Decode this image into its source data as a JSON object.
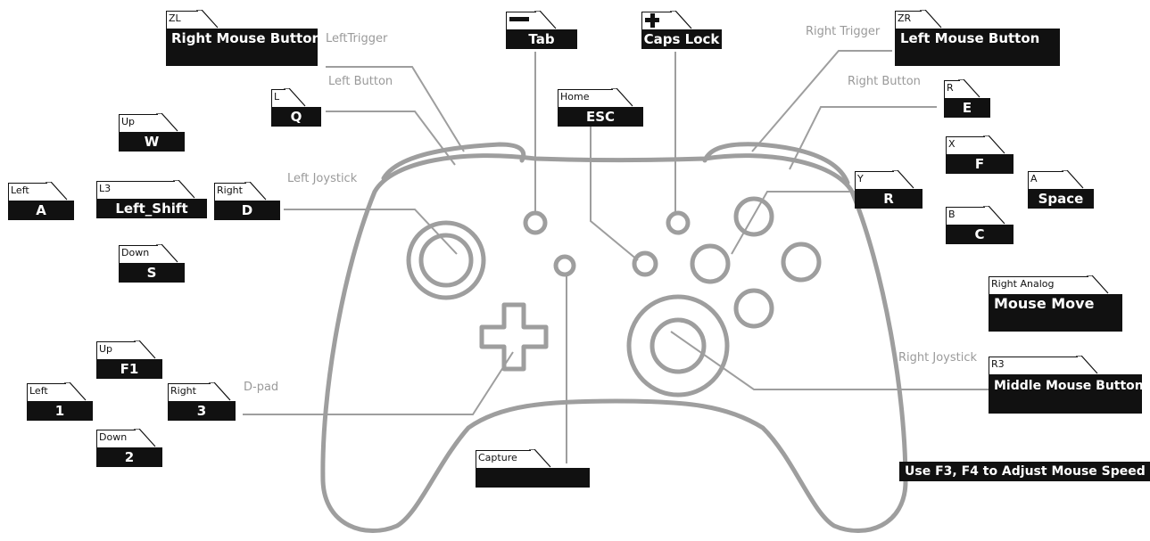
{
  "labels": {
    "zl": {
      "tab": "ZL",
      "value": "Right Mouse Button"
    },
    "minus": {
      "tab": "",
      "value": "Tab"
    },
    "plus": {
      "tab": "",
      "value": "Caps Lock"
    },
    "zr": {
      "tab": "ZR",
      "value": "Left Mouse Button"
    },
    "l": {
      "tab": "L",
      "value": "Q"
    },
    "home": {
      "tab": "Home",
      "value": "ESC"
    },
    "r": {
      "tab": "R",
      "value": "E"
    },
    "up": {
      "tab": "Up",
      "value": "W"
    },
    "x": {
      "tab": "X",
      "value": "F"
    },
    "left": {
      "tab": "Left",
      "value": "A"
    },
    "l3": {
      "tab": "L3",
      "value": "Left_Shift"
    },
    "right": {
      "tab": "Right",
      "value": "D"
    },
    "y": {
      "tab": "Y",
      "value": "R"
    },
    "a": {
      "tab": "A",
      "value": "Space"
    },
    "b": {
      "tab": "B",
      "value": "C"
    },
    "down": {
      "tab": "Down",
      "value": "S"
    },
    "right_analog": {
      "tab": "Right Analog",
      "value": "Mouse Move"
    },
    "dpad_up": {
      "tab": "Up",
      "value": "F1"
    },
    "dpad_left": {
      "tab": "Left",
      "value": "1"
    },
    "dpad_right": {
      "tab": "Right",
      "value": "3"
    },
    "r3": {
      "tab": "R3",
      "value": "Middle Mouse Button"
    },
    "dpad_down": {
      "tab": "Down",
      "value": "2"
    },
    "capture": {
      "tab": "Capture",
      "value": ""
    }
  },
  "captions": {
    "left_trigger": "LeftTrigger",
    "left_button": "Left Button",
    "left_joystick": "Left Joystick",
    "right_trigger": "Right Trigger",
    "right_button": "Right Button",
    "right_joystick": "Right Joystick",
    "dpad": "D-pad"
  },
  "note": "Use F3, F4 to Adjust Mouse Speed",
  "colors": {
    "outline": "#9e9e9e",
    "box": "#111111",
    "caption": "#9a9a9a"
  }
}
